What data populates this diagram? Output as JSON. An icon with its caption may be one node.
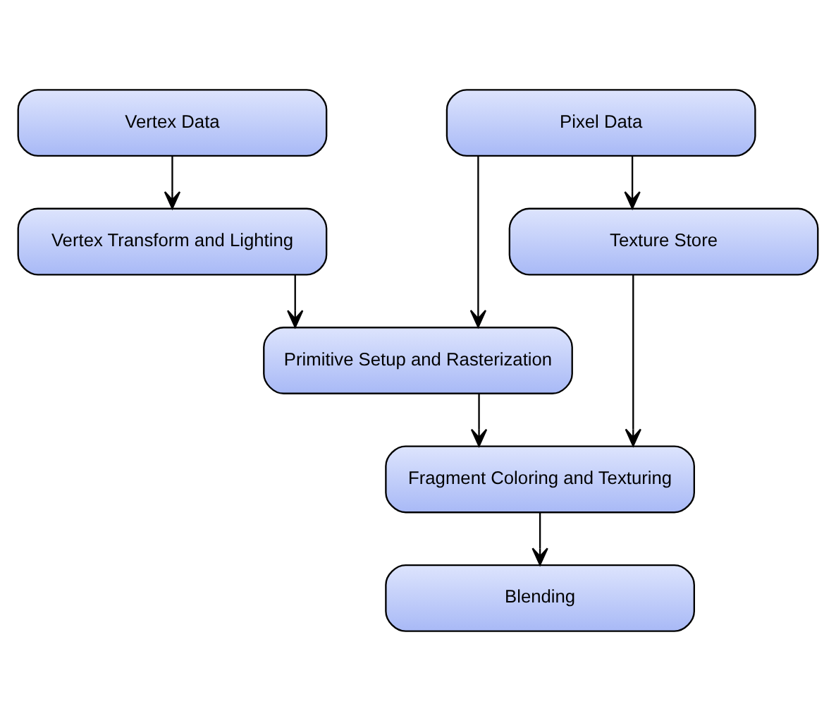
{
  "diagram": {
    "nodes": [
      {
        "text": [
          "Vertex Data"
        ]
      },
      {
        "text": [
          "Pixel Data"
        ]
      },
      {
        "text": [
          "Vertex Transform and Lighting"
        ]
      },
      {
        "text": [
          "Texture Store"
        ]
      },
      {
        "text": [
          "Primitive Setup and Rasterization"
        ]
      },
      {
        "text": [
          "Fragment Coloring and Texturing"
        ]
      },
      {
        "text": [
          "Blending"
        ]
      }
    ],
    "edges": [
      {
        "from": 0,
        "to": 2,
        "arrow": "to"
      },
      {
        "from": 1,
        "to": 3,
        "arrow": "to"
      },
      {
        "from": 2,
        "to": 4,
        "arrow": "to"
      },
      {
        "from": 1,
        "to": 4,
        "arrow": "to"
      },
      {
        "from": 4,
        "to": 5,
        "arrow": "to"
      },
      {
        "from": 3,
        "to": 5,
        "arrow": "to"
      },
      {
        "from": 5,
        "to": 6,
        "arrow": "to"
      }
    ]
  }
}
